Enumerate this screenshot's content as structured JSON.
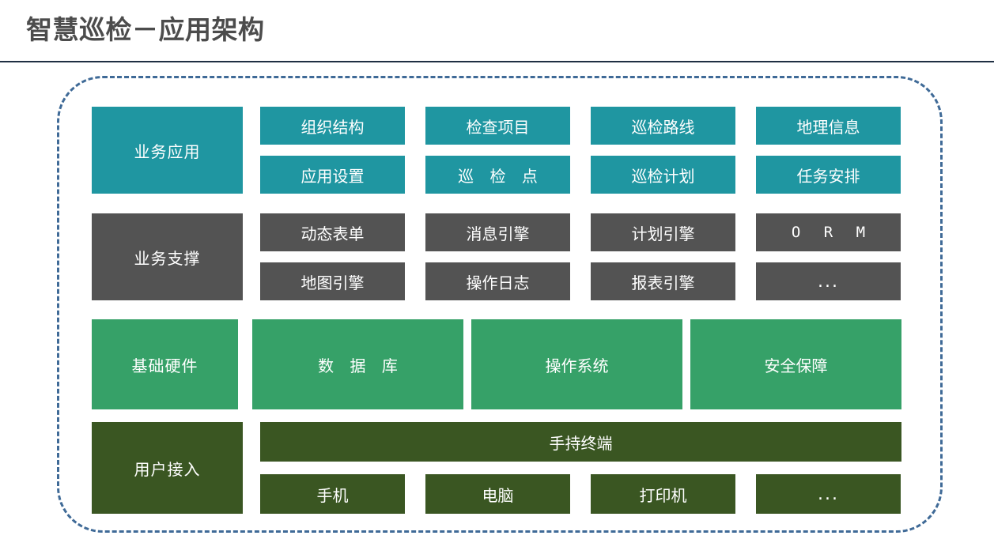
{
  "header": {
    "title": "智慧巡检－应用架构"
  },
  "colors": {
    "title_text": "#4c4c4c",
    "title_rule": "#1f2f43",
    "dashed_border": "#3f6a97",
    "business_application": "#1f96a1",
    "business_support": "#535353",
    "base_hardware": "#36a168",
    "user_access": "#3a5622",
    "cell_text": "#ffffff"
  },
  "architecture": {
    "rows": [
      {
        "id": "business-application",
        "label": "业务应用",
        "sub_rows": [
          [
            "组织结构",
            "检查项目",
            "巡检路线",
            "地理信息"
          ],
          [
            "应用设置",
            "巡 检 点",
            "巡检计划",
            "任务安排"
          ]
        ]
      },
      {
        "id": "business-support",
        "label": "业务支撑",
        "sub_rows": [
          [
            "动态表单",
            "消息引擎",
            "计划引擎",
            "O R M"
          ],
          [
            "地图引擎",
            "操作日志",
            "报表引擎",
            "..."
          ]
        ]
      },
      {
        "id": "base-hardware",
        "label": "基础硬件",
        "sub_rows": [
          [
            "数 据 库",
            "操作系统",
            "安全保障"
          ]
        ]
      },
      {
        "id": "user-access",
        "label": "用户接入",
        "sub_rows": [
          [
            "手持终端"
          ],
          [
            "手机",
            "电脑",
            "打印机",
            "..."
          ]
        ]
      }
    ]
  }
}
